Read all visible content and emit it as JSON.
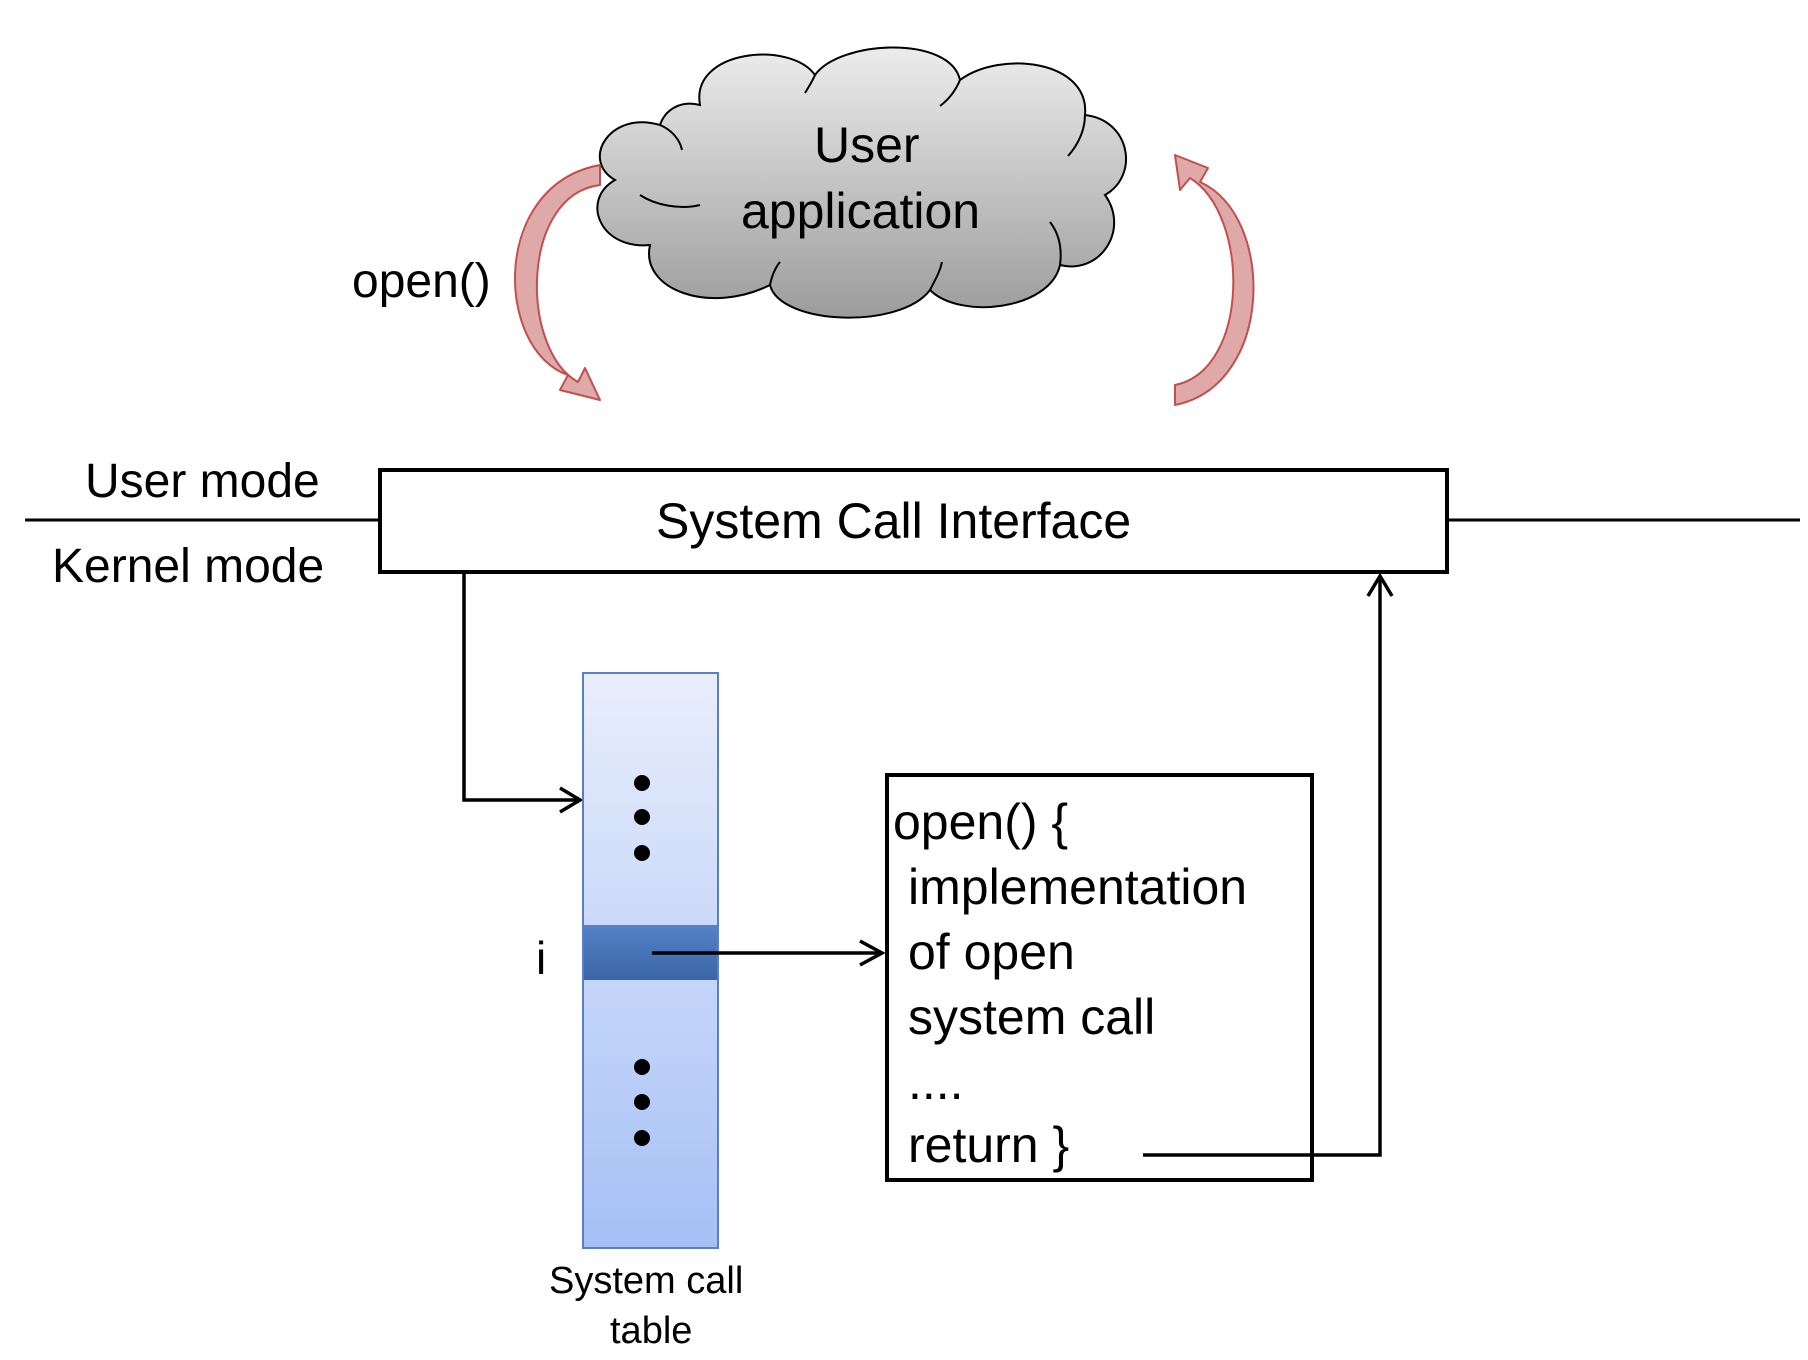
{
  "cloud": {
    "line1": "User",
    "line2": "application"
  },
  "call_label": "open()",
  "modes": {
    "user": "User mode",
    "kernel": "Kernel mode"
  },
  "interface_label": "System Call Interface",
  "table": {
    "index_label": "i",
    "caption_line1": "System call",
    "caption_line2": "table"
  },
  "code_box": {
    "lines": [
      "open() {",
      "implementation",
      "of open",
      "system call",
      "....",
      "return }"
    ]
  },
  "colors": {
    "cloud_fill_top": "#e8e8e8",
    "cloud_fill_bottom": "#9e9e9e",
    "arrow_fill": "#d99a9a",
    "arrow_stroke": "#c0504d",
    "table_top": "#e6ecfb",
    "table_bottom": "#a8c2f5",
    "table_border": "#5b7fc4",
    "table_highlight": "#3f6fb4"
  }
}
